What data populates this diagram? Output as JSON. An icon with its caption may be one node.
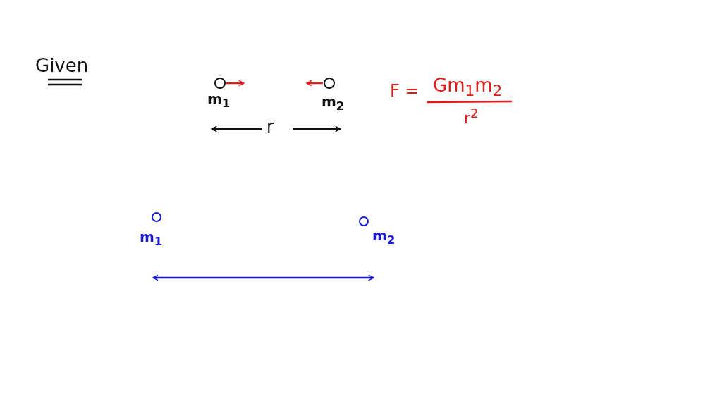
{
  "diagram": {
    "nodes": [
      {
        "text": [],
        "shape": "circle",
        "beside": [
          "m$_{1}$"
        ]
      },
      {
        "text": [],
        "shape": "circle",
        "beside": [
          "m$_{2}$"
        ]
      },
      {
        "text": [],
        "shape": "circle",
        "beside": [
          "m$_{1}$"
        ]
      },
      {
        "text": [],
        "shape": "circle",
        "beside": [
          "m$_{2}$"
        ]
      }
    ],
    "labels": [
      "Given",
      "r",
      "F =",
      "Gm$_{1}$m$_{2}$",
      "r$^{2}$"
    ]
  }
}
